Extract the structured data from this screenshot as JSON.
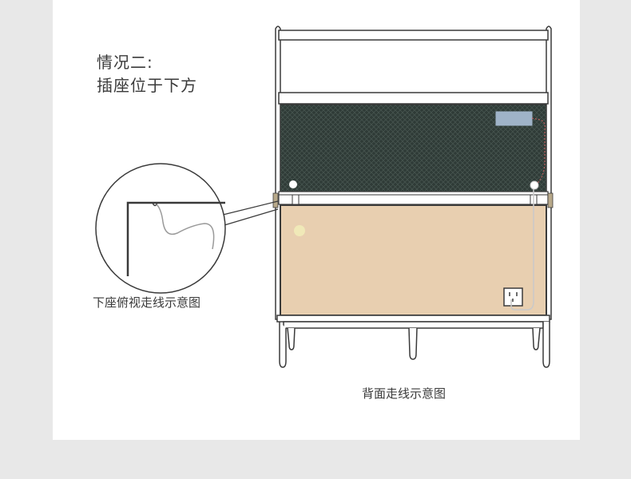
{
  "heading": {
    "line1": "情况二:",
    "line2": "插座位于下方"
  },
  "captions": {
    "top_view": "下座俯视走线示意图",
    "back_view": "背面走线示意图"
  },
  "colors": {
    "page_bg": "#e8e8e8",
    "card_bg": "#ffffff",
    "line": "#3a3a3a",
    "mesh_panel": "#2f3b37",
    "wood_panel": "#e8cfb0",
    "device": "#9fb3c8",
    "cable": "#c9c9c9",
    "led_dot": "#f0e9b8"
  },
  "icons": [
    "power-outlet-icon",
    "cable-hole-icon",
    "device-box-icon",
    "magnifier-circle-icon"
  ]
}
